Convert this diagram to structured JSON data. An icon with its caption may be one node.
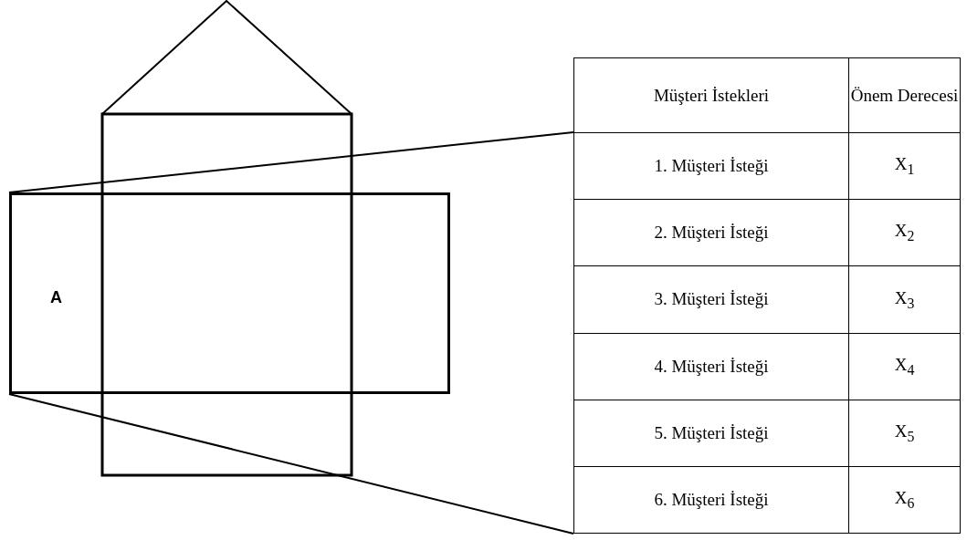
{
  "diagram": {
    "nodes": [
      {
        "text": [
          "A"
        ]
      },
      {
        "text": [],
        "shape": "box"
      }
    ],
    "edges": [
      {
        "from": 0,
        "to": 1,
        "arrow": "none"
      },
      {
        "from": 0,
        "to": 1,
        "arrow": "none"
      }
    ],
    "labels": [
      "Müşteri İstekleri",
      "Önem Derecesi",
      "1. Müşteri İsteği",
      "X$_{1}$",
      "2. Müşteri İsteği",
      "X$_{2}$",
      "3. Müşteri İsteği",
      "X$_{3}$",
      "4. Müşteri İsteği",
      "X$_{4}$",
      "5. Müşteri İsteği",
      "X$_{5}$",
      "6. Müşteri İsteği",
      "X$_{6}$"
    ]
  }
}
